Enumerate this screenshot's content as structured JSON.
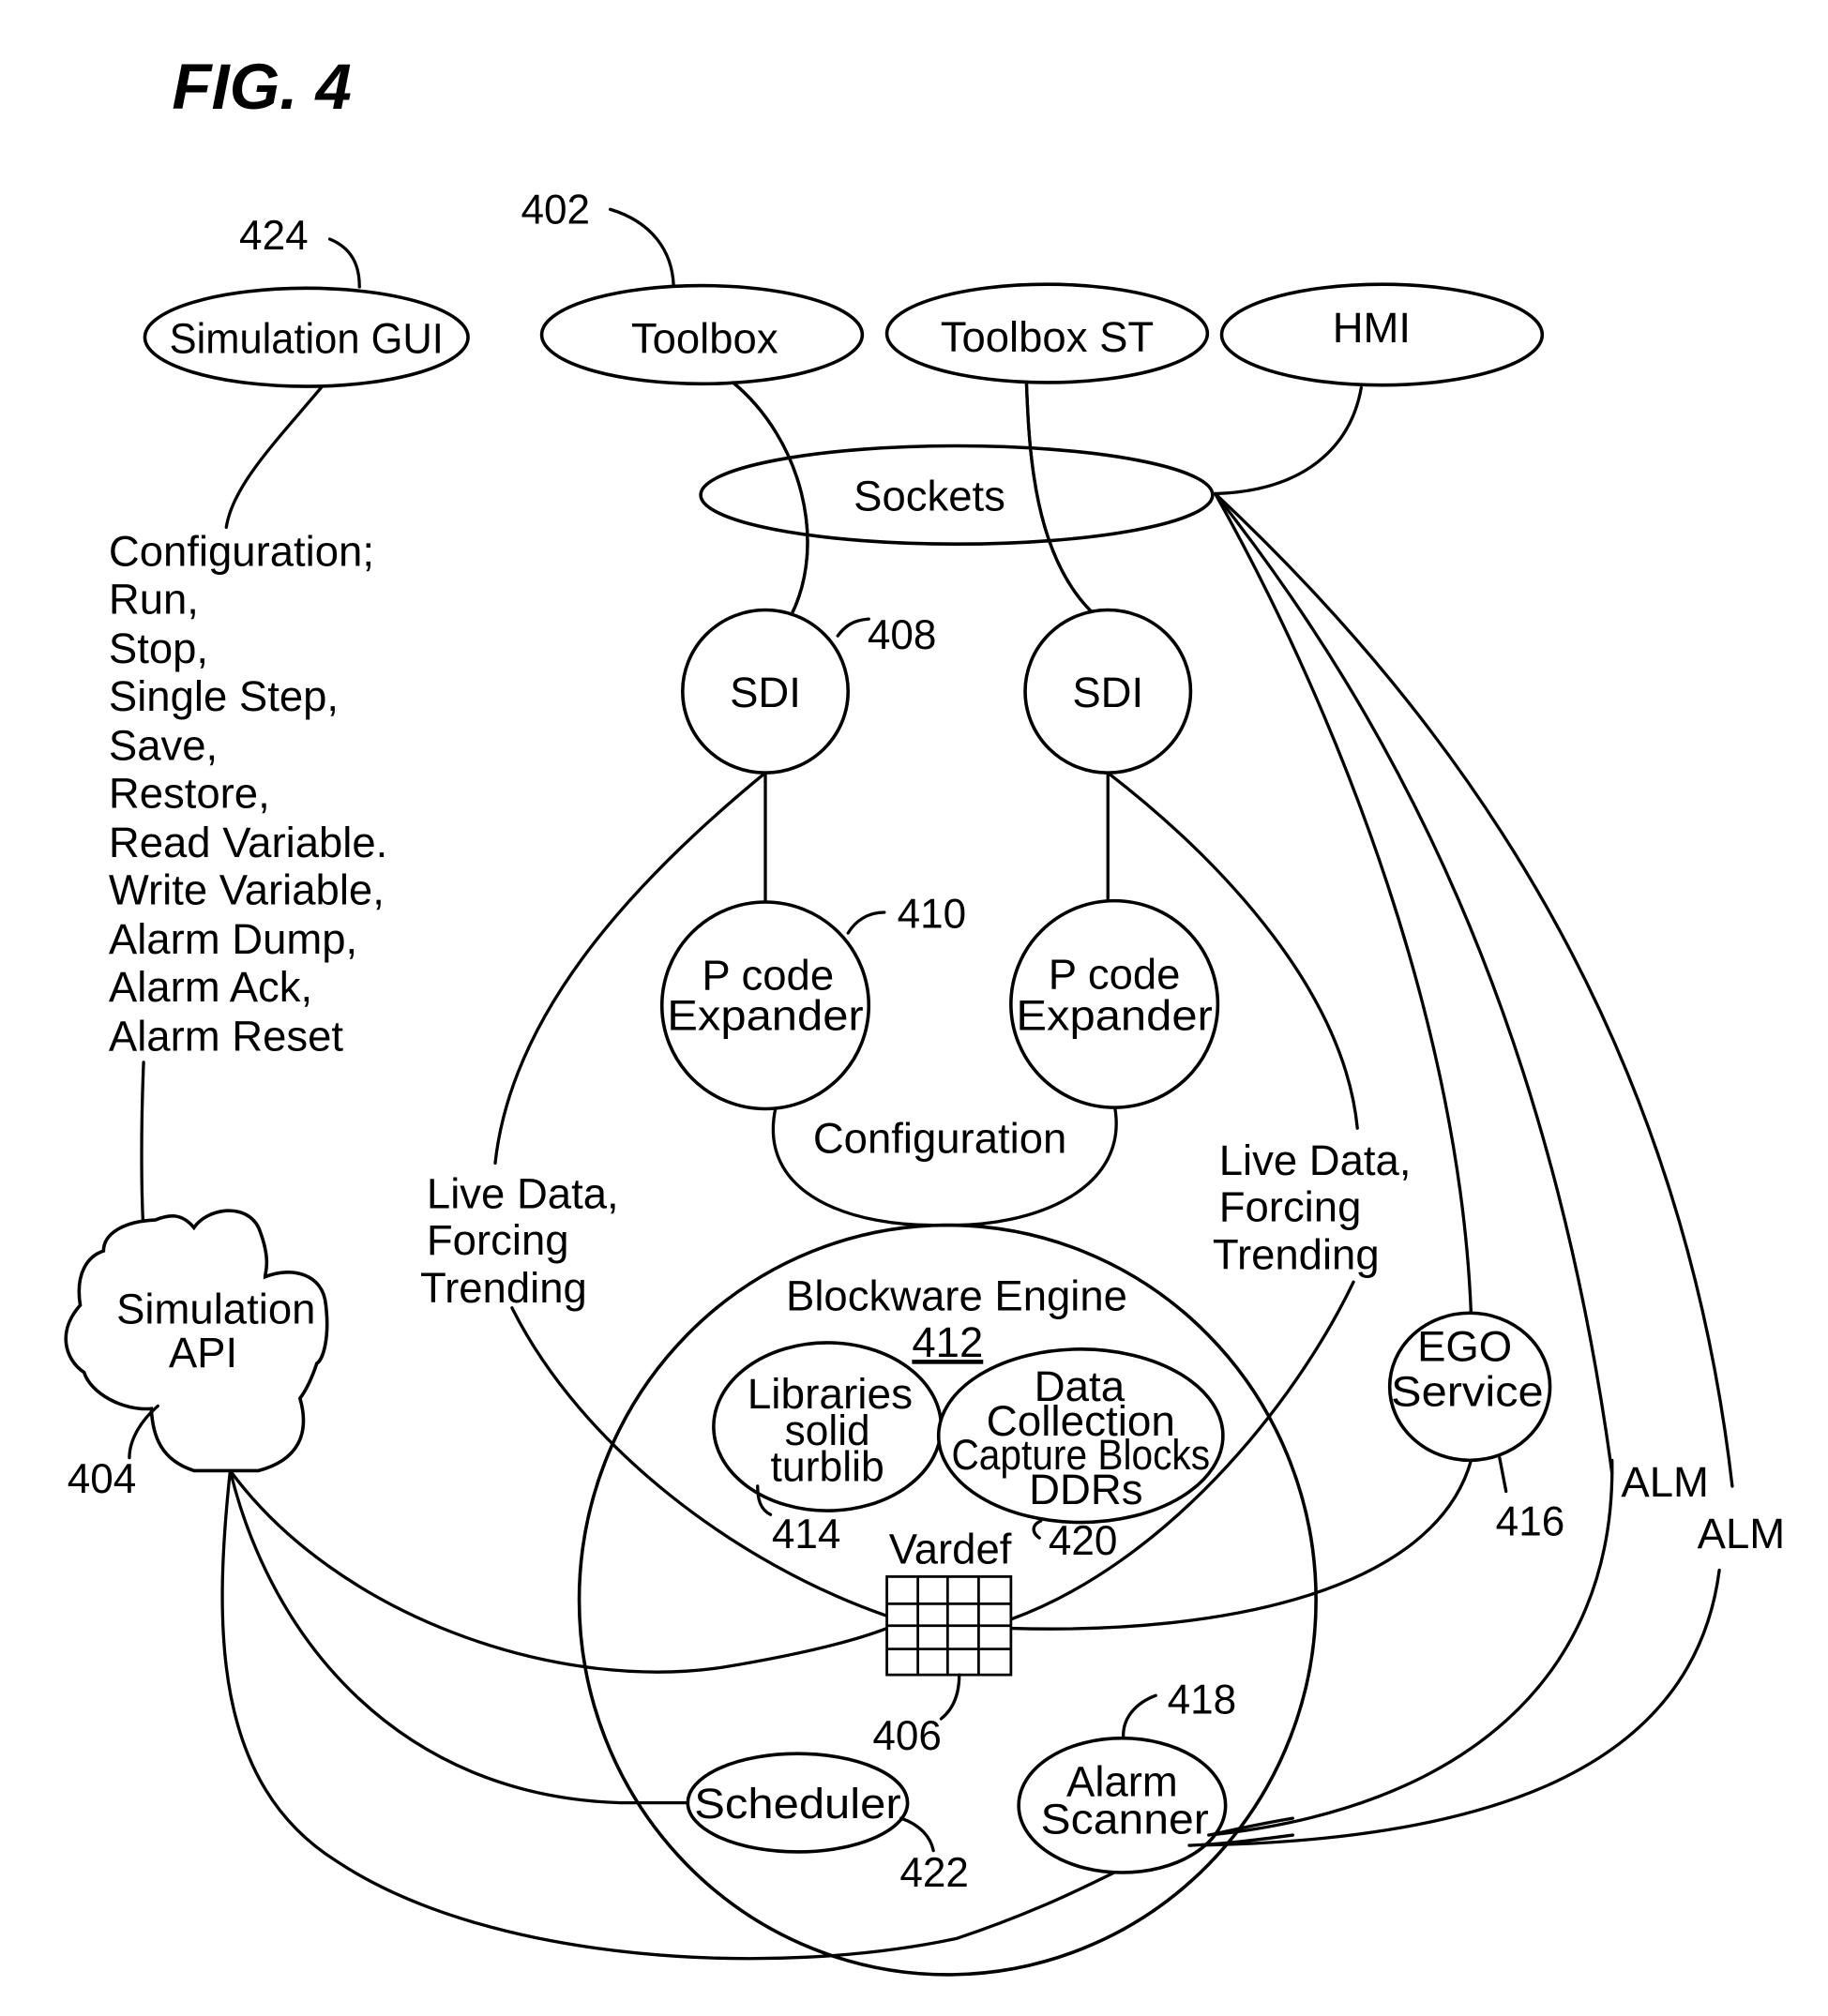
{
  "figure": {
    "title": "FIG. 4"
  },
  "nodes": {
    "simulation_gui": {
      "label": "Simulation GUI",
      "ref": "424"
    },
    "toolbox": {
      "label": "Toolbox",
      "ref": "402"
    },
    "toolbox_st": {
      "label": "Toolbox ST"
    },
    "hmi": {
      "label": "HMI"
    },
    "sockets": {
      "label": "Sockets"
    },
    "sdi_left": {
      "label": "SDI",
      "ref": "408"
    },
    "sdi_right": {
      "label": "SDI"
    },
    "pcode_left": {
      "line1": "P code",
      "line2": "Expander",
      "ref": "410"
    },
    "pcode_right": {
      "line1": "P code",
      "line2": "Expander"
    },
    "simulation_api": {
      "line1": "Simulation",
      "line2": "API",
      "ref": "404"
    },
    "blockware_engine": {
      "label": "Blockware Engine",
      "ref": "412"
    },
    "libraries": {
      "line1": "Libraries",
      "line2": "solid",
      "line3": "turblib",
      "ref": "414"
    },
    "data_collection": {
      "line1": "Data",
      "line2": "Collection",
      "line3": "Capture Blocks",
      "line4": "DDRs",
      "ref": "420"
    },
    "vardef": {
      "label": "Vardef",
      "ref": "406"
    },
    "ego_service": {
      "line1": "EGO",
      "line2": "Service",
      "ref": "416"
    },
    "scheduler": {
      "label": "Scheduler",
      "ref": "422"
    },
    "alarm_scanner": {
      "line1": "Alarm",
      "line2": "Scanner",
      "ref": "418"
    }
  },
  "edge_labels": {
    "gui_commands": [
      "Configuration;",
      "Run,",
      "Stop,",
      "Single Step,",
      "Save,",
      "Restore,",
      "Read Variable.",
      "Write Variable,",
      "Alarm Dump,",
      "Alarm Ack,",
      "Alarm Reset"
    ],
    "configuration": "Configuration",
    "live_data_left": [
      "Live Data,",
      "Forcing",
      "Trending"
    ],
    "live_data_right": [
      "Live Data,",
      "Forcing",
      "Trending"
    ],
    "alm_1": "ALM",
    "alm_2": "ALM"
  }
}
